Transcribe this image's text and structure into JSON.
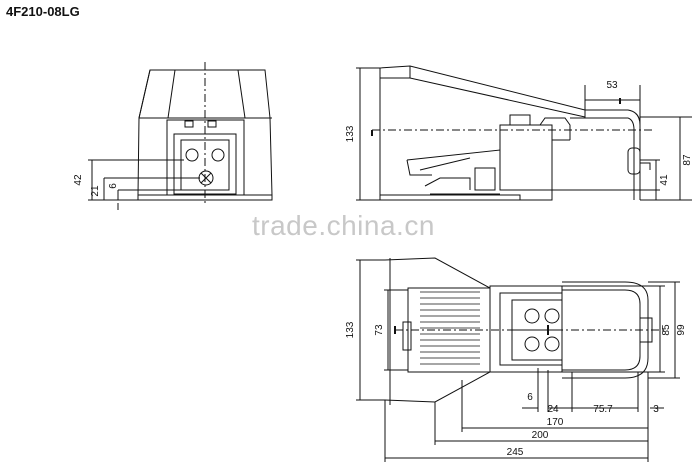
{
  "title": "4F210-08LG",
  "watermark": "trade.china.cn",
  "front_view": {
    "dims": [
      "42",
      "21",
      "6"
    ]
  },
  "side_view": {
    "dims": [
      "133",
      "53",
      "87",
      "41"
    ]
  },
  "top_view": {
    "dims": [
      "133",
      "73",
      "85",
      "99",
      "6",
      "24",
      "75.7",
      "3",
      "170",
      "200",
      "245"
    ]
  }
}
